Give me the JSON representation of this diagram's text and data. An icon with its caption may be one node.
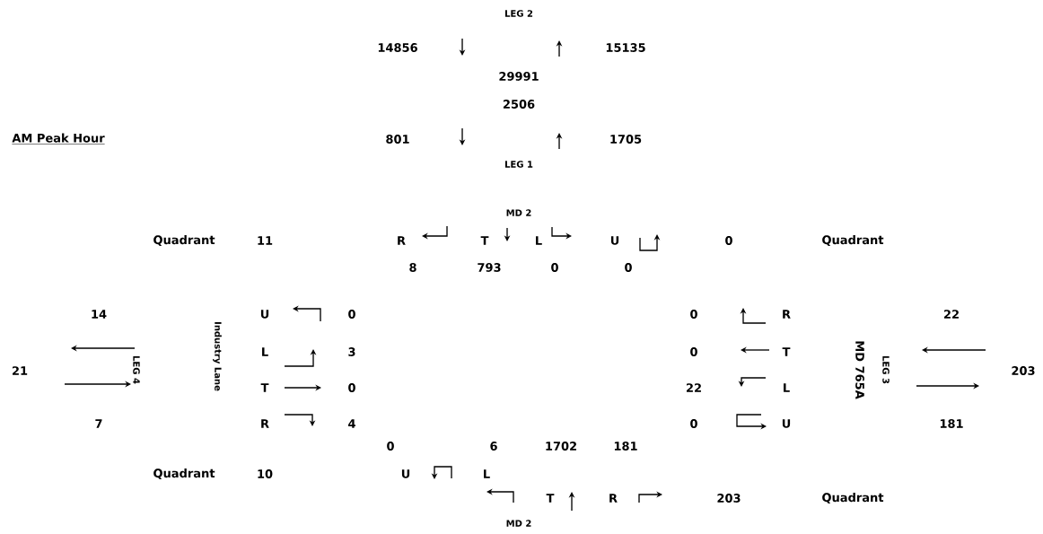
{
  "diagram": {
    "title": "AM Peak Hour",
    "labels": [
      "LEG 2",
      "14856",
      "15135",
      "29991",
      "2506",
      "801",
      "1705",
      "LEG 1",
      "MD 2",
      "Quadrant",
      "11",
      "R",
      "T",
      "L",
      "U",
      "0",
      "Quadrant",
      "8",
      "793",
      "0",
      "0",
      "14",
      "U",
      "0",
      "0",
      "R",
      "22",
      "Industry Lane",
      "L",
      "3",
      "0",
      "T",
      "MD 765A",
      "21",
      "LEG 4",
      "LEG 3",
      "203",
      "T",
      "0",
      "22",
      "L",
      "7",
      "R",
      "4",
      "0",
      "U",
      "181",
      "0",
      "6",
      "1702",
      "181",
      "Quadrant",
      "10",
      "U",
      "L",
      "T",
      "R",
      "203",
      "Quadrant",
      "MD 2"
    ]
  }
}
